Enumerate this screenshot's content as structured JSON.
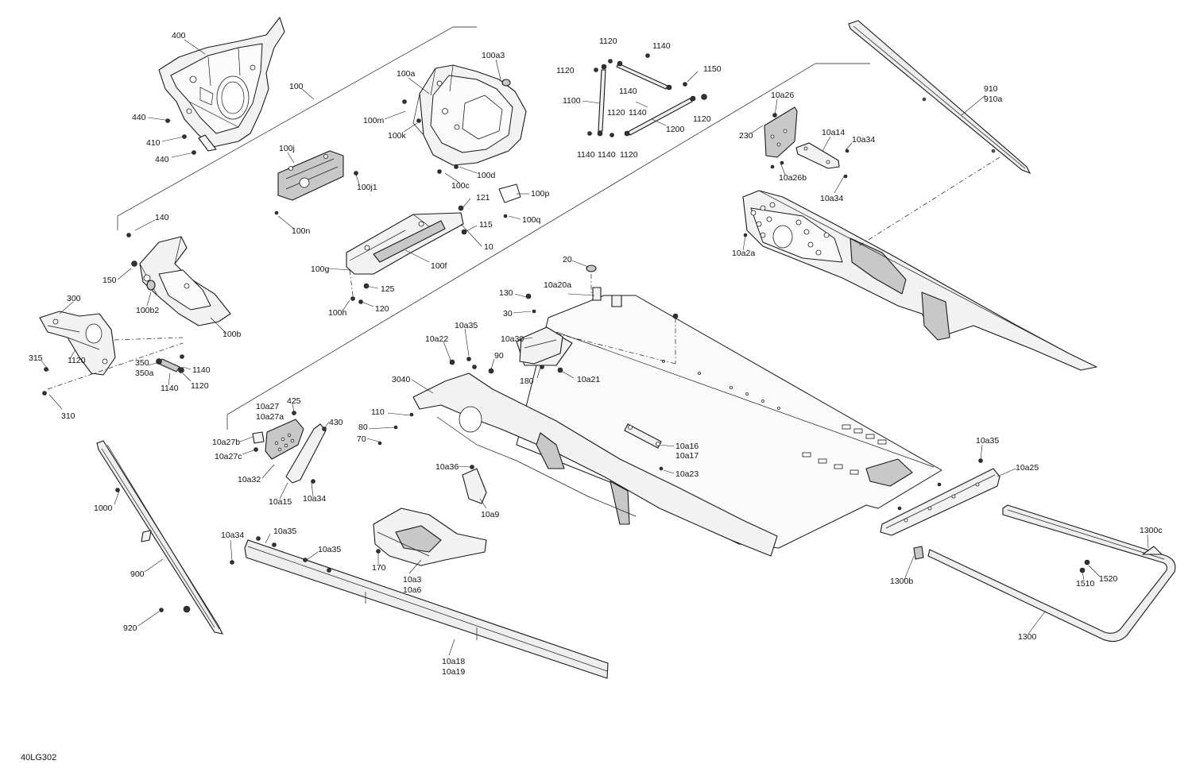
{
  "reference_code": "40LG302",
  "callouts": [
    {
      "id": "c400",
      "text": "400"
    },
    {
      "id": "c100",
      "text": "100"
    },
    {
      "id": "c440a",
      "text": "440"
    },
    {
      "id": "c410",
      "text": "410"
    },
    {
      "id": "c440b",
      "text": "440"
    },
    {
      "id": "c100a3",
      "text": "100a3"
    },
    {
      "id": "c100a",
      "text": "100a"
    },
    {
      "id": "c100m",
      "text": "100m"
    },
    {
      "id": "c100k",
      "text": "100k"
    },
    {
      "id": "c100d",
      "text": "100d"
    },
    {
      "id": "c100c",
      "text": "100c"
    },
    {
      "id": "c100j",
      "text": "100j"
    },
    {
      "id": "c100j1",
      "text": "100j1"
    },
    {
      "id": "c100n",
      "text": "100n"
    },
    {
      "id": "c1120a",
      "text": "1120"
    },
    {
      "id": "c1140a",
      "text": "1140"
    },
    {
      "id": "c1120b",
      "text": "1120"
    },
    {
      "id": "c1140b",
      "text": "1140"
    },
    {
      "id": "c1150",
      "text": "1150"
    },
    {
      "id": "c1100",
      "text": "1100"
    },
    {
      "id": "c1120c",
      "text": "1120"
    },
    {
      "id": "c1140c",
      "text": "1140"
    },
    {
      "id": "c1200",
      "text": "1200"
    },
    {
      "id": "c1120d",
      "text": "1120"
    },
    {
      "id": "c1140d",
      "text": "1140"
    },
    {
      "id": "c1140e",
      "text": "1140"
    },
    {
      "id": "c1120e",
      "text": "1120"
    },
    {
      "id": "c910",
      "text": "910"
    },
    {
      "id": "c910a",
      "text": "910a"
    },
    {
      "id": "c10a26",
      "text": "10a26"
    },
    {
      "id": "c230",
      "text": "230"
    },
    {
      "id": "c10a14",
      "text": "10a14"
    },
    {
      "id": "c10a34a",
      "text": "10a34"
    },
    {
      "id": "c10a26b",
      "text": "10a26b"
    },
    {
      "id": "c10a34b",
      "text": "10a34"
    },
    {
      "id": "c10a2a",
      "text": "10a2a"
    },
    {
      "id": "c140",
      "text": "140"
    },
    {
      "id": "c150",
      "text": "150"
    },
    {
      "id": "c100b2",
      "text": "100b2"
    },
    {
      "id": "c100b",
      "text": "100b"
    },
    {
      "id": "c300",
      "text": "300"
    },
    {
      "id": "c1120f",
      "text": "1120"
    },
    {
      "id": "c315",
      "text": "315"
    },
    {
      "id": "c310",
      "text": "310"
    },
    {
      "id": "c350",
      "text": "350"
    },
    {
      "id": "c350a",
      "text": "350a"
    },
    {
      "id": "c1140f",
      "text": "1140"
    },
    {
      "id": "c1140g",
      "text": "1140"
    },
    {
      "id": "c1120g",
      "text": "1120"
    },
    {
      "id": "c121",
      "text": "121"
    },
    {
      "id": "c100p",
      "text": "100p"
    },
    {
      "id": "c100q",
      "text": "100q"
    },
    {
      "id": "c115",
      "text": "115"
    },
    {
      "id": "c10",
      "text": "10"
    },
    {
      "id": "c100f",
      "text": "100f"
    },
    {
      "id": "c100g",
      "text": "100g"
    },
    {
      "id": "c125",
      "text": "125"
    },
    {
      "id": "c100h",
      "text": "100h"
    },
    {
      "id": "c120",
      "text": "120"
    },
    {
      "id": "c20",
      "text": "20"
    },
    {
      "id": "c10a20a",
      "text": "10a20a"
    },
    {
      "id": "c130",
      "text": "130"
    },
    {
      "id": "c30",
      "text": "30"
    },
    {
      "id": "c10a30",
      "text": "10a30"
    },
    {
      "id": "c180",
      "text": "180"
    },
    {
      "id": "c10a21",
      "text": "10a21"
    },
    {
      "id": "c10a35a",
      "text": "10a35"
    },
    {
      "id": "c10a22",
      "text": "10a22"
    },
    {
      "id": "c90",
      "text": "90"
    },
    {
      "id": "c3040",
      "text": "3040"
    },
    {
      "id": "c110",
      "text": "110"
    },
    {
      "id": "c80",
      "text": "80"
    },
    {
      "id": "c70",
      "text": "70"
    },
    {
      "id": "c10a36",
      "text": "10a36"
    },
    {
      "id": "c10a9",
      "text": "10a9"
    },
    {
      "id": "c10a16",
      "text": "10a16"
    },
    {
      "id": "c10a17",
      "text": "10a17"
    },
    {
      "id": "c10a23",
      "text": "10a23"
    },
    {
      "id": "c425",
      "text": "425"
    },
    {
      "id": "c10a27",
      "text": "10a27"
    },
    {
      "id": "c10a27a",
      "text": "10a27a"
    },
    {
      "id": "c430",
      "text": "430"
    },
    {
      "id": "c10a27b",
      "text": "10a27b"
    },
    {
      "id": "c10a27c",
      "text": "10a27c"
    },
    {
      "id": "c10a32",
      "text": "10a32"
    },
    {
      "id": "c10a15",
      "text": "10a15"
    },
    {
      "id": "c10a34c",
      "text": "10a34"
    },
    {
      "id": "c1000",
      "text": "1000"
    },
    {
      "id": "c900",
      "text": "900"
    },
    {
      "id": "c920",
      "text": "920"
    },
    {
      "id": "c10a34d",
      "text": "10a34"
    },
    {
      "id": "c10a35b",
      "text": "10a35"
    },
    {
      "id": "c10a35c",
      "text": "10a35"
    },
    {
      "id": "c170",
      "text": "170"
    },
    {
      "id": "c10a3",
      "text": "10a3"
    },
    {
      "id": "c10a6",
      "text": "10a6"
    },
    {
      "id": "c10a18",
      "text": "10a18"
    },
    {
      "id": "c10a19",
      "text": "10a19"
    },
    {
      "id": "c10a35d",
      "text": "10a35"
    },
    {
      "id": "c10a25",
      "text": "10a25"
    },
    {
      "id": "c1300c",
      "text": "1300c"
    },
    {
      "id": "c1300b",
      "text": "1300b"
    },
    {
      "id": "c1520",
      "text": "1520"
    },
    {
      "id": "c1510",
      "text": "1510"
    },
    {
      "id": "c1300",
      "text": "1300"
    }
  ]
}
